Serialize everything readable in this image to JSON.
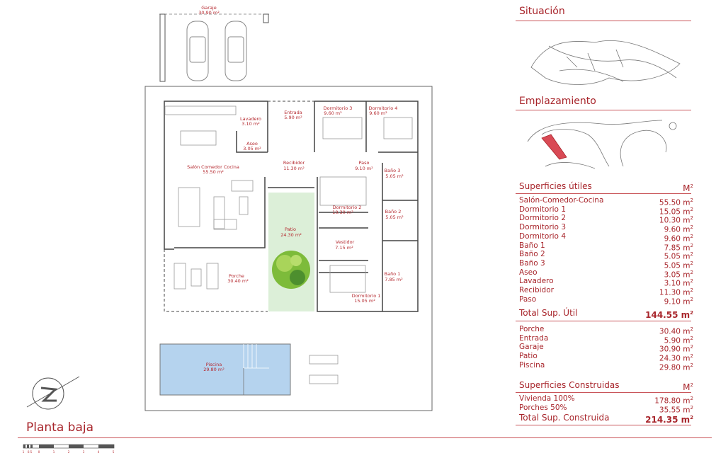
{
  "plan": {
    "title": "Planta baja",
    "scale_labels": [
      "1",
      "0.5",
      "0",
      "1",
      "2",
      "3",
      "4",
      "5"
    ],
    "rooms": {
      "garaje": {
        "name": "Garaje",
        "area": "30.90 m²"
      },
      "lavadero": {
        "name": "Lavadero",
        "area": "3.10 m²"
      },
      "entrada": {
        "name": "Entrada",
        "area": "5.90 m²"
      },
      "dorm3": {
        "name": "Dormitorio 3",
        "area": "9.60 m²"
      },
      "dorm4": {
        "name": "Dormitorio 4",
        "area": "9.60 m²"
      },
      "aseo": {
        "name": "Aseo",
        "area": "3.05 m²"
      },
      "salon": {
        "name": "Salón Comedor Cocina",
        "area": "55.50 m²"
      },
      "recibidor": {
        "name": "Recibidor",
        "area": "11.30 m²"
      },
      "paso": {
        "name": "Paso",
        "area": "9.10 m²"
      },
      "bano3": {
        "name": "Baño 3",
        "area": "5.05 m²"
      },
      "dorm2": {
        "name": "Dormitorio 2",
        "area": "10.30 m²"
      },
      "bano2": {
        "name": "Baño 2",
        "area": "5.05 m²"
      },
      "patio": {
        "name": "Patio",
        "area": "24.30 m²"
      },
      "vestidor": {
        "name": "Vestidor",
        "area": "7.15 m²"
      },
      "porche": {
        "name": "Porche",
        "area": "30.40 m²"
      },
      "bano1": {
        "name": "Baño 1",
        "area": "7.85 m²"
      },
      "dorm1": {
        "name": "Dormitorio 1",
        "area": "15.05 m²"
      },
      "piscina": {
        "name": "Piscina",
        "area": "29.80 m²"
      }
    },
    "colors": {
      "accent": "#a8252b",
      "patio": "#dcefd8",
      "pool": "#b5d3ee"
    }
  },
  "side": {
    "situacion": "Situación",
    "emplazamiento": "Emplazamiento",
    "utiles": {
      "title": "Superficies útiles",
      "unit": "M",
      "rows": [
        {
          "label": "Salón-Comedor-Cocina",
          "value": "55.50 m"
        },
        {
          "label": "Dormitorio 1",
          "value": "15.05 m"
        },
        {
          "label": "Dormitorio 2",
          "value": "10.30 m"
        },
        {
          "label": "Dormitorio 3",
          "value": "9.60 m"
        },
        {
          "label": "Dormitorio 4",
          "value": "9.60 m"
        },
        {
          "label": "Baño 1",
          "value": "7.85 m"
        },
        {
          "label": "Baño 2",
          "value": "5.05 m"
        },
        {
          "label": "Baño 3",
          "value": "5.05 m"
        },
        {
          "label": "Aseo",
          "value": "3.05 m"
        },
        {
          "label": "Lavadero",
          "value": "3.10 m"
        },
        {
          "label": "Recibidor",
          "value": "11.30 m"
        },
        {
          "label": "Paso",
          "value": "9.10 m"
        }
      ],
      "total_label": "Total Sup. Útil",
      "total_value": "144.55 m"
    },
    "exteriores": [
      {
        "label": "Porche",
        "value": "30.40 m"
      },
      {
        "label": "Entrada",
        "value": "5.90 m"
      },
      {
        "label": "Garaje",
        "value": "30.90 m"
      },
      {
        "label": "Patio",
        "value": "24.30 m"
      },
      {
        "label": "Piscina",
        "value": "29.80 m"
      }
    ],
    "construidas": {
      "title": "Superficies Construidas",
      "unit": "M",
      "rows": [
        {
          "label": "Vivienda 100%",
          "value": "178.80 m"
        },
        {
          "label": "Porches 50%",
          "value": "35.55 m"
        }
      ],
      "total_label": "Total Sup. Construida",
      "total_value": "214.35 m"
    },
    "exp": "2"
  }
}
